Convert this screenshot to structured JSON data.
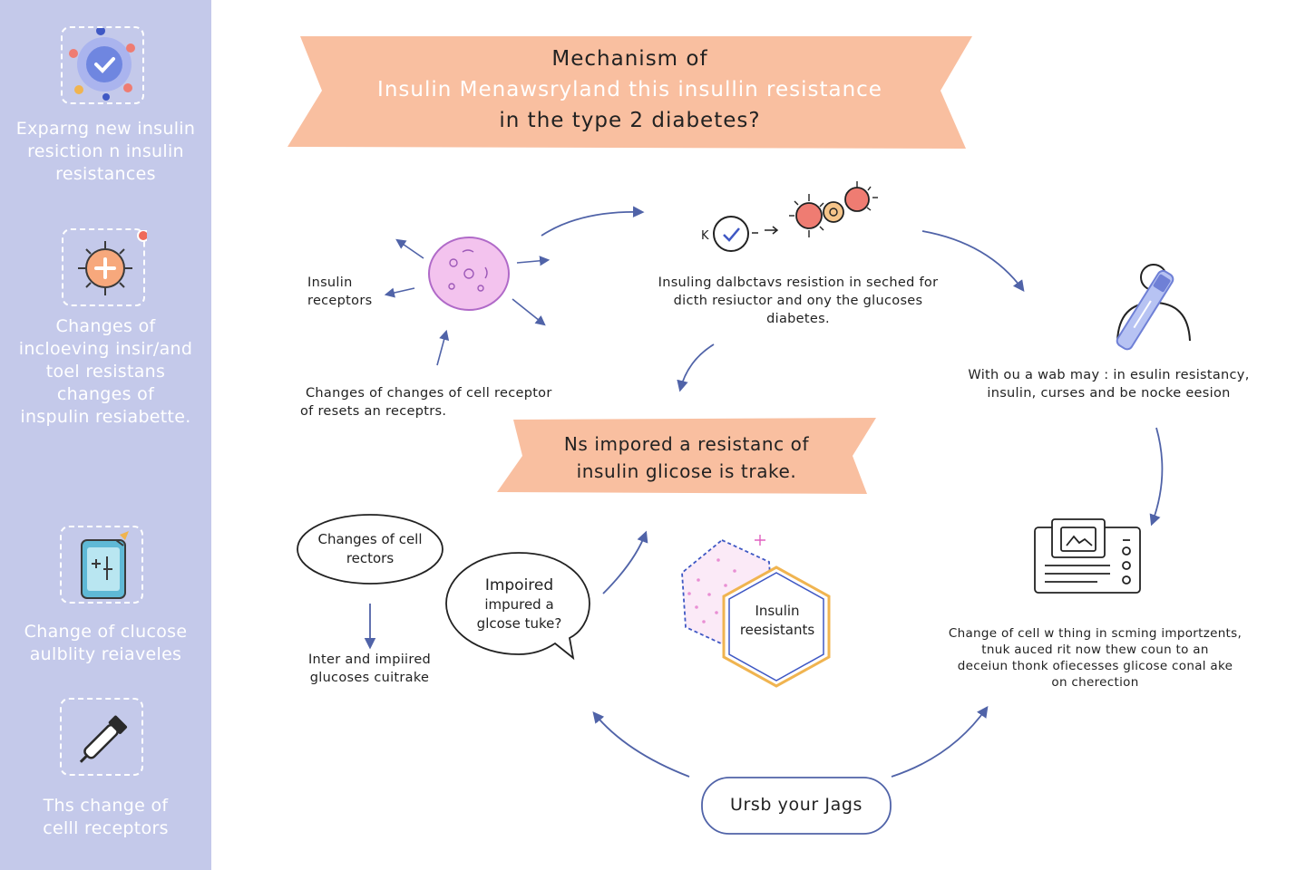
{
  "sidebar": {
    "items": [
      {
        "icon": "insulin-cell-icon",
        "label_lines": [
          "Exparng  new  insulin",
          "resiction n insulin",
          "resistances"
        ]
      },
      {
        "icon": "virus-plus-icon",
        "label_lines": [
          "Changes of",
          "incloeving insir/and",
          "toel resistans",
          "changes of",
          "inspulin resiabette."
        ]
      },
      {
        "icon": "tablet-icon",
        "label_lines": [
          "Change of clucose",
          "aulblity reiaveles"
        ]
      },
      {
        "icon": "injector-icon",
        "label_lines": [
          "Ths change of",
          "celll receptors"
        ]
      }
    ]
  },
  "title": {
    "line1": "Mechanism of",
    "line2_a": "Insulin  Menawsryland this",
    "line2_b": "insullin resistance",
    "line3": "in the type 2 diabetes?"
  },
  "middle_banner": {
    "line1": "Ns impored a resistanc  of",
    "line2": "insulin glicose is trake."
  },
  "annotations": {
    "insulin_receptors": [
      "Insulin",
      "receptors"
    ],
    "cell_receptor_changes": [
      "Changes of changes of cell receptor",
      "of resets an receptrs."
    ],
    "insuling_resistion": [
      "Insuling dalbctavs  resistion in seched for",
      "dicth resiuctor and ony the glucoses",
      "diabetes."
    ],
    "with_a_web": [
      "With ou a wab may : in esulin resistancy,",
      "insulin, curses and be nocke eesion"
    ],
    "change_of_cell_withing": [
      "Change of cell w thing in scming importzents,",
      "tnuk auced rit now thew coun to an",
      "deceiun thonk ofiecesses glicose conal ake",
      "on cherection"
    ],
    "inter_impired": [
      "Inter and impiired",
      "glucoses cuitrake"
    ]
  },
  "bubbles": {
    "changes_of_cell": [
      "Changes of cell",
      "rectors"
    ],
    "impoired": [
      "Impoired",
      "impured a",
      "glcose tuke?"
    ],
    "insulin_resistants": [
      "Insulin",
      "reesistants"
    ],
    "ursb_your_jags": "Ursb your Jags"
  },
  "colors": {
    "sidebar_bg": "#c4c9ea",
    "banner_fill": "#f9bfa0",
    "arrow_blue": "#5063a8",
    "cell_pink": "#f3c3ee",
    "red_cell": "#ef7c72",
    "hex_orange": "#f0b450",
    "title_highlight": "#ffffff"
  }
}
